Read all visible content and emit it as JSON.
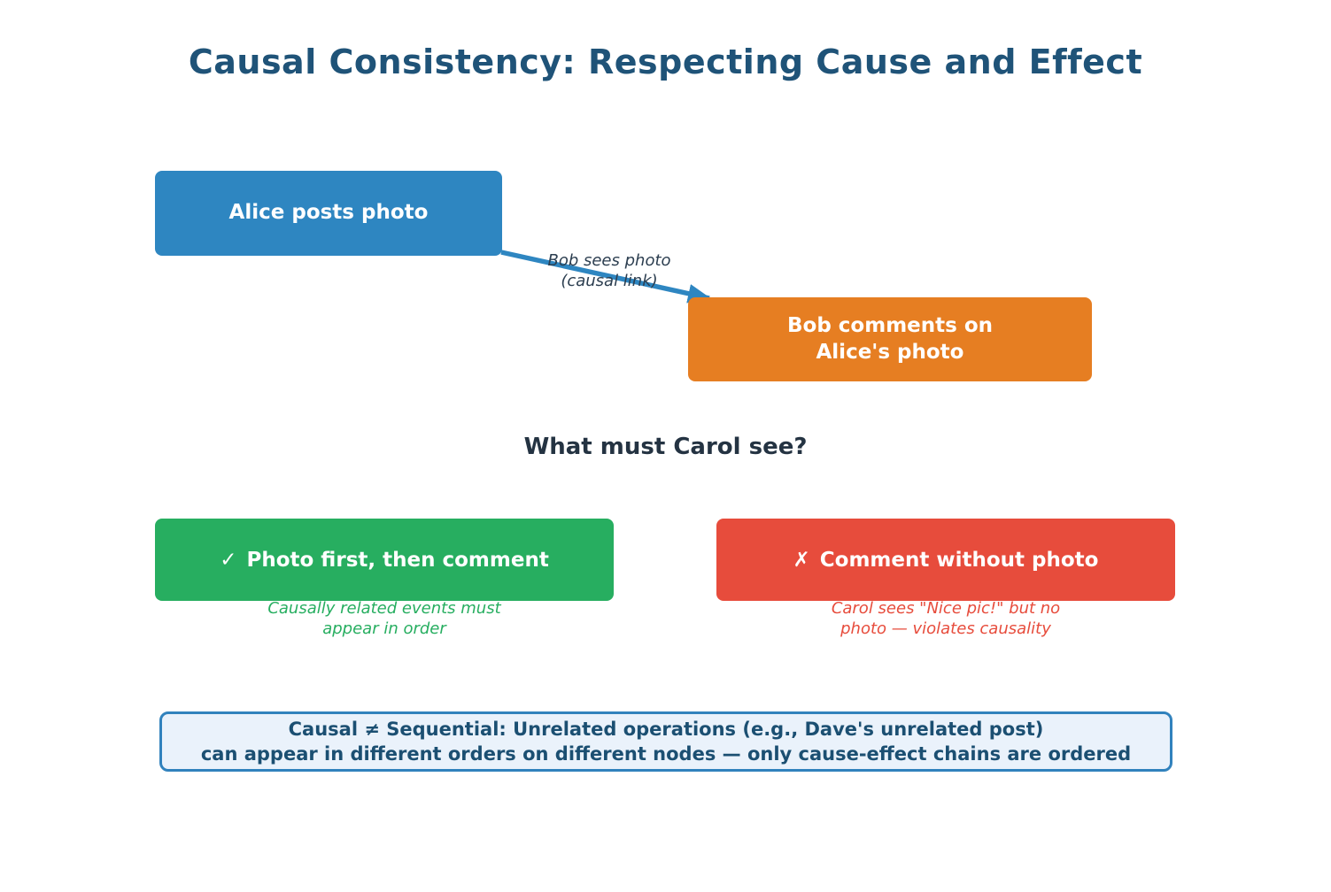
{
  "title": "Causal Consistency: Respecting Cause and Effect",
  "colors": {
    "title": "#1f5378",
    "heading": "#243342",
    "blue": "#2e86c1",
    "orange": "#e67e22",
    "green": "#27ae60",
    "red": "#e74c3c",
    "note_bg": "#eaf2fb",
    "note_border": "#3182bd",
    "note_text": "#1b4f72",
    "label_text": "#2c3e50"
  },
  "diagram": {
    "alice_box": {
      "label": "Alice posts photo"
    },
    "bob_box": {
      "lines": [
        "Bob comments on",
        "Alice's photo"
      ]
    },
    "arrow_label": {
      "lines": [
        "Bob sees photo",
        "(causal link)"
      ]
    }
  },
  "question": "What must Carol see?",
  "options": {
    "valid": {
      "icon": "✓",
      "label": "Photo first, then comment",
      "caption_lines": [
        "Causally related events must",
        "appear in order"
      ]
    },
    "invalid": {
      "icon": "✗",
      "label": "Comment without photo",
      "caption_lines": [
        "Carol sees \"Nice pic!\" but no",
        "photo — violates causality"
      ]
    }
  },
  "note": {
    "lines": [
      "Causal ≠ Sequential: Unrelated operations (e.g., Dave's unrelated post)",
      "can appear in different orders on different nodes — only cause-effect chains are ordered"
    ]
  }
}
